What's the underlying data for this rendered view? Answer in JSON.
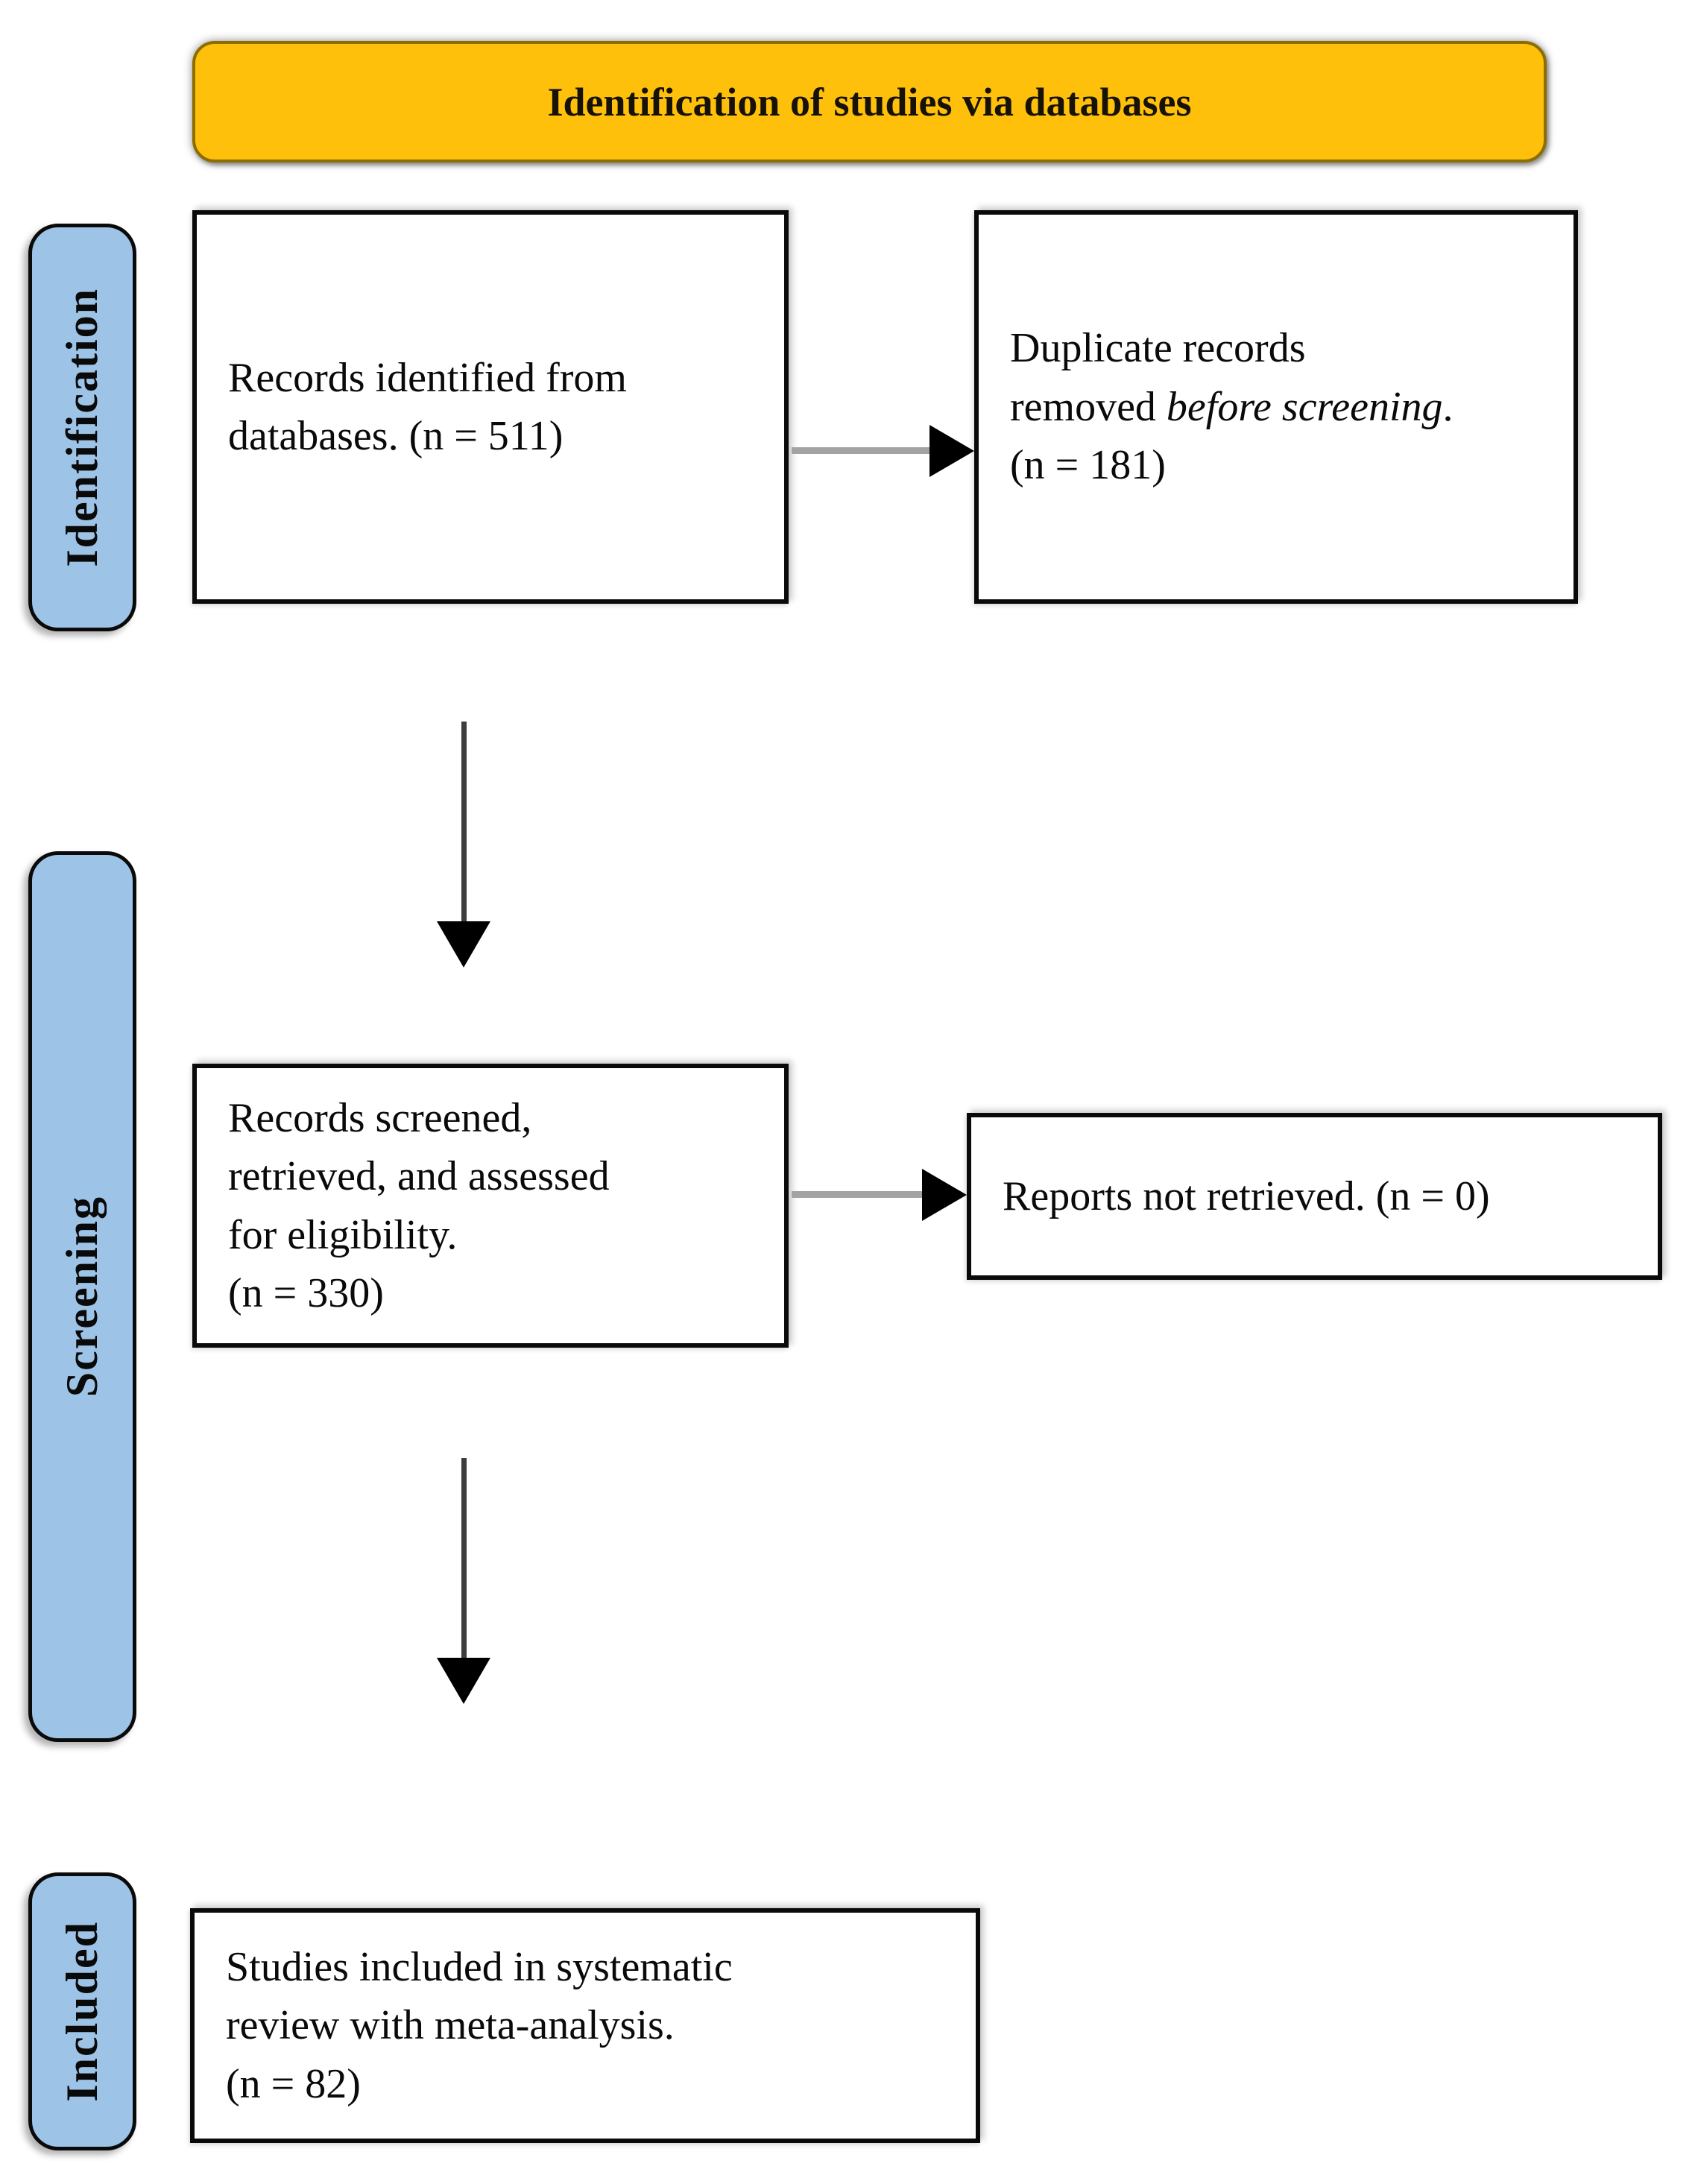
{
  "figure": {
    "title": "Identification of studies via databases",
    "type": "PRISMA flow diagram"
  },
  "colors": {
    "title-bg": "#FEC00A",
    "title-border": "#8C6D00",
    "title-text": "#171207",
    "stage-bg": "#9DC3E6",
    "stage-border": "#0A0A0A",
    "box-bg": "#FFFFFF",
    "box-border": "#0A0A0A",
    "text": "#0A0A0A",
    "arrow-shaft-h": "#A3A3A3",
    "arrow-shaft-v": "#3D3D3D",
    "arrow-head": "#000000"
  },
  "stages": [
    {
      "id": "identification",
      "label": "Identification"
    },
    {
      "id": "screening",
      "label": "Screening"
    },
    {
      "id": "included",
      "label": "Included"
    }
  ],
  "boxes": [
    {
      "id": "records-identified",
      "n": 511,
      "lines": [
        [
          {
            "t": "Records identified from"
          }
        ],
        [
          {
            "t": "databases. (n = 511)"
          }
        ]
      ]
    },
    {
      "id": "duplicate-records-removed",
      "n": 181,
      "lines": [
        [
          {
            "t": "Duplicate records"
          }
        ],
        [
          {
            "t": "removed "
          },
          {
            "t": "before screening",
            "i": true
          },
          {
            "t": "."
          }
        ],
        [
          {
            "t": "(n = 181)"
          }
        ]
      ]
    },
    {
      "id": "records-screened",
      "n": 330,
      "lines": [
        [
          {
            "t": "Records screened,"
          }
        ],
        [
          {
            "t": "retrieved, and assessed"
          }
        ],
        [
          {
            "t": "for eligibility."
          }
        ],
        [
          {
            "t": "(n = 330)"
          }
        ]
      ]
    },
    {
      "id": "reports-not-retrieved",
      "n": 0,
      "lines": [
        [
          {
            "t": "Reports not retrieved. (n = 0)"
          }
        ]
      ]
    },
    {
      "id": "studies-included",
      "n": 82,
      "lines": [
        [
          {
            "t": "Studies included in systematic"
          }
        ],
        [
          {
            "t": "review with meta-analysis."
          }
        ],
        [
          {
            "t": "(n = 82)"
          }
        ]
      ]
    }
  ],
  "connections": [
    {
      "from": "records-identified",
      "to": "duplicate-records-removed",
      "direction": "right"
    },
    {
      "from": "records-identified",
      "to": "records-screened",
      "direction": "down"
    },
    {
      "from": "records-screened",
      "to": "reports-not-retrieved",
      "direction": "right"
    },
    {
      "from": "records-screened",
      "to": "studies-included",
      "direction": "down"
    }
  ]
}
